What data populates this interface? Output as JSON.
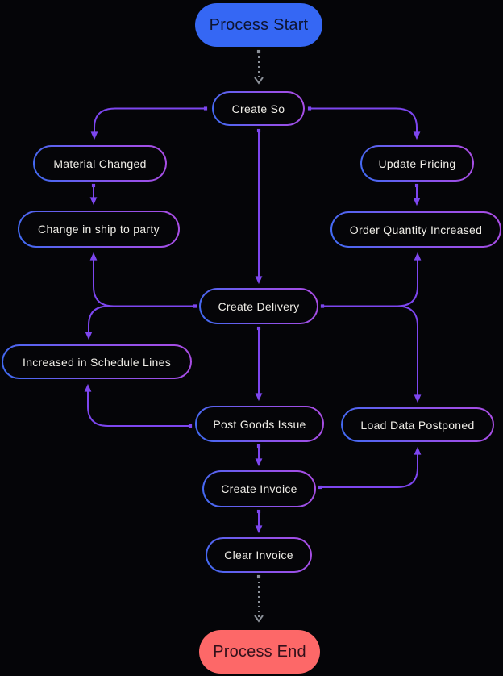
{
  "diagram": {
    "type": "flowchart",
    "colors": {
      "background": "#050508",
      "edge": "#7d46ef",
      "edge_dotted": "#8b9098",
      "node_border_blue": "#3e6bf2",
      "node_border_purple": "#ab4de4",
      "node_text": "#f0eee8",
      "start_fill": "#3567f4",
      "start_text": "#0e1430",
      "end_fill": "#fd6868",
      "end_text": "#33101a"
    },
    "nodes": [
      {
        "id": "process-start",
        "label": "Process Start",
        "type": "start"
      },
      {
        "id": "create-so",
        "label": "Create So",
        "type": "step"
      },
      {
        "id": "material-changed",
        "label": "Material Changed",
        "type": "step"
      },
      {
        "id": "update-pricing",
        "label": "Update Pricing",
        "type": "step"
      },
      {
        "id": "change-in-ship-to-party",
        "label": "Change in ship to party",
        "type": "step"
      },
      {
        "id": "order-quantity-increased",
        "label": "Order Quantity Increased",
        "type": "step"
      },
      {
        "id": "create-delivery",
        "label": "Create Delivery",
        "type": "step"
      },
      {
        "id": "increased-in-schedule-lines",
        "label": "Increased in Schedule Lines",
        "type": "step"
      },
      {
        "id": "post-goods-issue",
        "label": "Post Goods Issue",
        "type": "step"
      },
      {
        "id": "load-data-postponed",
        "label": "Load Data Postponed",
        "type": "step"
      },
      {
        "id": "create-invoice",
        "label": "Create Invoice",
        "type": "step"
      },
      {
        "id": "clear-invoice",
        "label": "Clear Invoice",
        "type": "step"
      },
      {
        "id": "process-end",
        "label": "Process End",
        "type": "end"
      }
    ],
    "edges": [
      {
        "from": "process-start",
        "to": "create-so",
        "style": "dotted"
      },
      {
        "from": "create-so",
        "to": "material-changed",
        "style": "solid"
      },
      {
        "from": "create-so",
        "to": "update-pricing",
        "style": "solid"
      },
      {
        "from": "create-so",
        "to": "create-delivery",
        "style": "solid"
      },
      {
        "from": "material-changed",
        "to": "change-in-ship-to-party",
        "style": "solid"
      },
      {
        "from": "update-pricing",
        "to": "order-quantity-increased",
        "style": "solid"
      },
      {
        "from": "create-delivery",
        "to": "change-in-ship-to-party",
        "style": "solid"
      },
      {
        "from": "create-delivery",
        "to": "increased-in-schedule-lines",
        "style": "solid"
      },
      {
        "from": "create-delivery",
        "to": "order-quantity-increased",
        "style": "solid"
      },
      {
        "from": "create-delivery",
        "to": "load-data-postponed",
        "style": "solid"
      },
      {
        "from": "create-delivery",
        "to": "post-goods-issue",
        "style": "solid"
      },
      {
        "from": "post-goods-issue",
        "to": "increased-in-schedule-lines",
        "style": "solid"
      },
      {
        "from": "post-goods-issue",
        "to": "create-invoice",
        "style": "solid"
      },
      {
        "from": "create-invoice",
        "to": "load-data-postponed",
        "style": "solid"
      },
      {
        "from": "create-invoice",
        "to": "clear-invoice",
        "style": "solid"
      },
      {
        "from": "clear-invoice",
        "to": "process-end",
        "style": "dotted"
      }
    ]
  }
}
